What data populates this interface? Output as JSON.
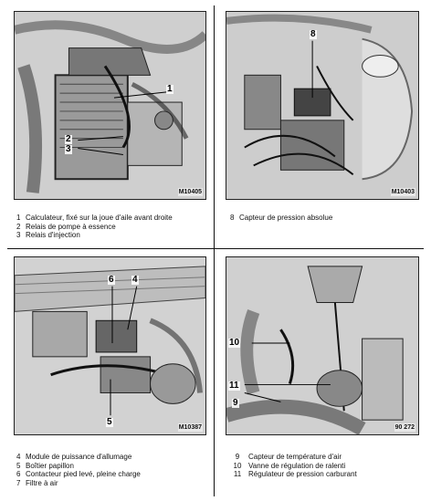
{
  "panels": [
    {
      "ref": "M10405",
      "callouts": [
        "1",
        "2",
        "3"
      ],
      "legend": [
        {
          "n": "1",
          "text": "Calculateur, fixé sur la joue d'aile avant droite"
        },
        {
          "n": "2",
          "text": "Relais de pompe à essence"
        },
        {
          "n": "3",
          "text": "Relais d'injection"
        }
      ]
    },
    {
      "ref": "M10403",
      "callouts": [
        "8"
      ],
      "legend": [
        {
          "n": "8",
          "text": "Capteur de pression absolue"
        }
      ]
    },
    {
      "ref": "M10387",
      "callouts": [
        "6",
        "4",
        "5"
      ],
      "legend": [
        {
          "n": "4",
          "text": "Module de puissance d'allumage"
        },
        {
          "n": "5",
          "text": "Boîtier papillon"
        },
        {
          "n": "6",
          "text": "Contacteur pied levé, pleine charge"
        },
        {
          "n": "7",
          "text": "Filtre à air"
        }
      ]
    },
    {
      "ref": "90 272",
      "callouts": [
        "10",
        "11",
        "9"
      ],
      "legend": [
        {
          "n": "9",
          "text": "Capteur de température d'air"
        },
        {
          "n": "10",
          "text": "Vanne de régulation de ralenti"
        },
        {
          "n": "11",
          "text": "Régulateur de pression carburant"
        }
      ]
    }
  ]
}
